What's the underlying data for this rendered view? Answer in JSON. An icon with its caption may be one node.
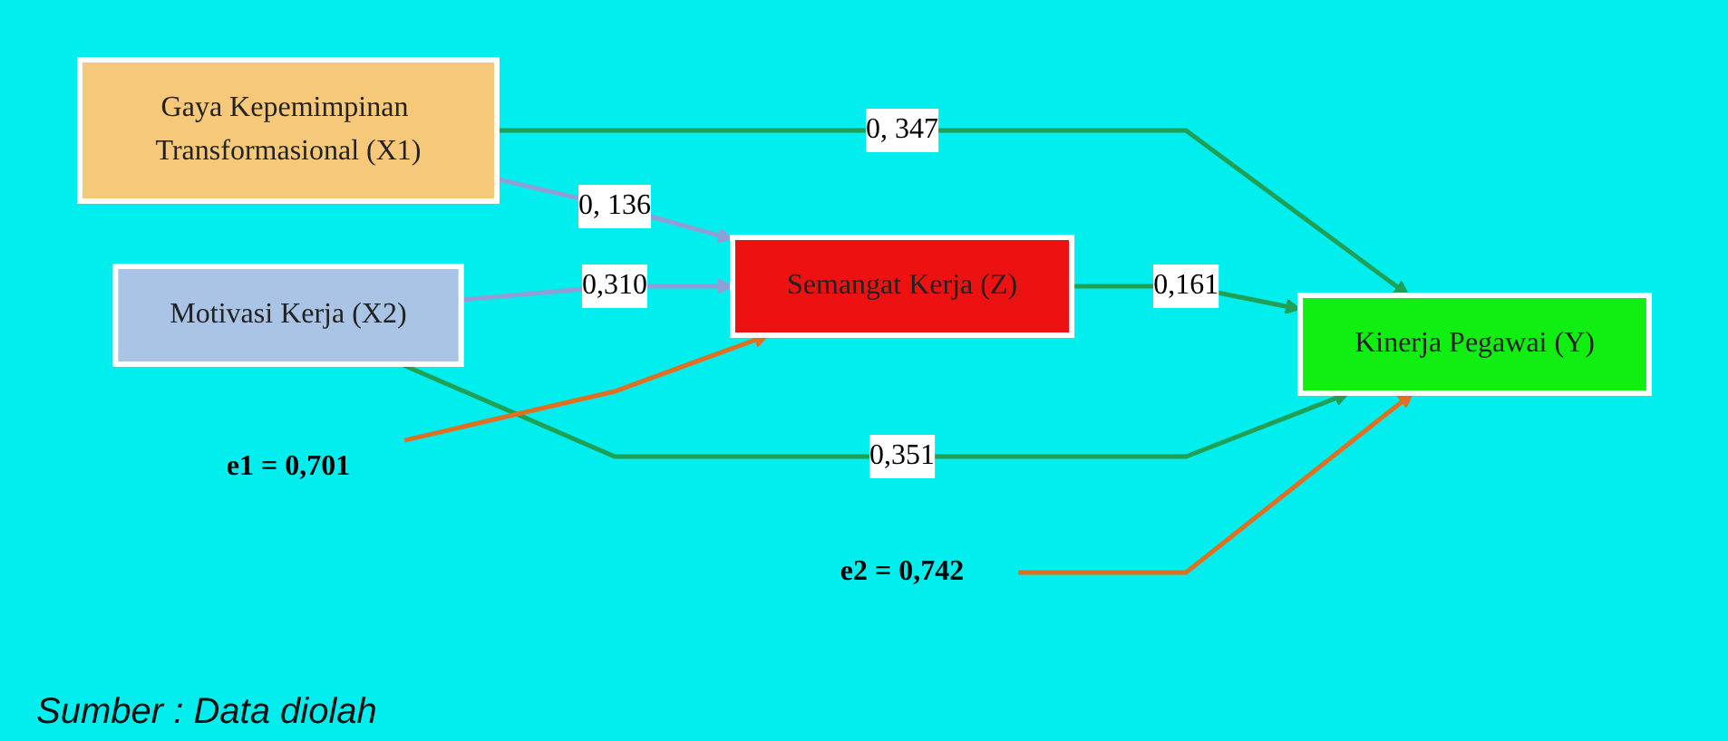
{
  "diagram": {
    "caption": "Sumber : Data diolah",
    "nodes": [
      {
        "text": [
          "Gaya Kepemimpinan Transformasional (X1)"
        ]
      },
      {
        "text": [
          "Motivasi Kerja (X2)"
        ]
      },
      {
        "text": [
          "Semangat Kerja (Z)"
        ]
      },
      {
        "text": [
          "Kinerja Pegawai (Y)"
        ]
      },
      {
        "text": [
          "e1 = 0,701"
        ]
      },
      {
        "text": [
          "e2 = 0,742"
        ]
      }
    ],
    "edges": [
      {
        "from": 0,
        "to": 2,
        "arrow": "to",
        "label": "0, 136",
        "color": "#8f9fd6"
      },
      {
        "from": 0,
        "to": 3,
        "arrow": "to",
        "label": "0, 347"
      },
      {
        "from": 1,
        "to": 2,
        "arrow": "to",
        "label": "0,310",
        "color": "#8f9fd6"
      },
      {
        "from": 2,
        "to": 3,
        "arrow": "to",
        "label": "0,161"
      },
      {
        "from": 1,
        "to": 3,
        "arrow": "to",
        "label": "0,351"
      },
      {
        "from": 4,
        "to": 2,
        "arrow": "to",
        "color": "#e07020"
      },
      {
        "from": 5,
        "to": 3,
        "arrow": "to",
        "color": "#e07020"
      }
    ]
  }
}
